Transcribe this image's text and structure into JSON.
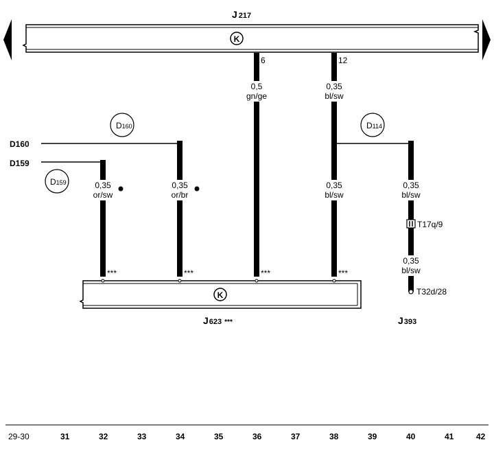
{
  "components": {
    "top_module": "J",
    "top_module_num": "217",
    "bottom_module": "J",
    "bottom_module_num": "623",
    "bottom_module_stars": "***",
    "right_module": "J",
    "right_module_num": "393",
    "k_symbol": "K"
  },
  "pins": {
    "pin6": "6",
    "pin12": "12"
  },
  "wires": {
    "w36_size": "0,5",
    "w36_color": "gn/ge",
    "w38_size": "0,35",
    "w38_color": "bl/sw",
    "w38b_size": "0,35",
    "w38b_color": "bl/sw",
    "w32_size": "0,35",
    "w32_color": "or/sw",
    "w34_size": "0,35",
    "w34_color": "or/br",
    "w40a_size": "0,35",
    "w40a_color": "bl/sw",
    "w40b_size": "0,35",
    "w40b_color": "bl/sw"
  },
  "stars": "***",
  "connectors": {
    "t17q": "T17q/9",
    "t32d": "T32d/28"
  },
  "splices": {
    "d160_label": "D160",
    "d159_label": "D159",
    "d160_circle": "D",
    "d160_circle_num": "160",
    "d159_circle": "D",
    "d159_circle_num": "159",
    "d114_circle": "D",
    "d114_circle_num": "114"
  },
  "grid": [
    "29-30",
    "31",
    "32",
    "33",
    "34",
    "35",
    "36",
    "37",
    "38",
    "39",
    "40",
    "41",
    "42"
  ]
}
